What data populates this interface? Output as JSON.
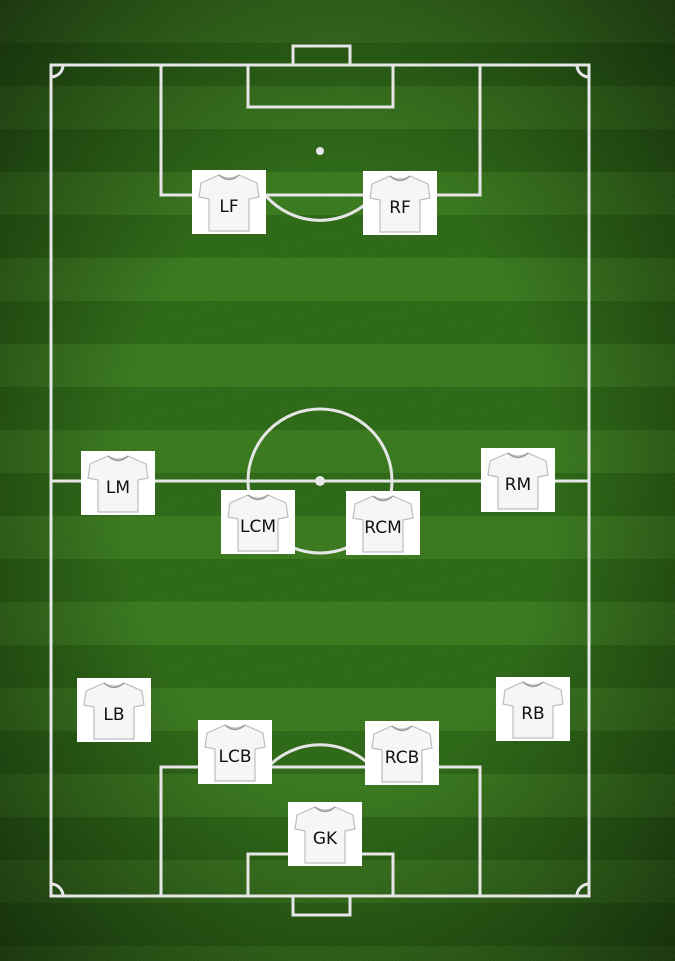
{
  "pitch": {
    "grass_light": "#3b7a1f",
    "grass_dark": "#2e6a17",
    "line_color": "#e6e6e6"
  },
  "jersey_icon": "white-shirt-icon",
  "players": [
    {
      "position": "LF"
    },
    {
      "position": "RF"
    },
    {
      "position": "LM"
    },
    {
      "position": "RM"
    },
    {
      "position": "LCM"
    },
    {
      "position": "RCM"
    },
    {
      "position": "LB"
    },
    {
      "position": "RB"
    },
    {
      "position": "LCB"
    },
    {
      "position": "RCB"
    },
    {
      "position": "GK"
    }
  ]
}
